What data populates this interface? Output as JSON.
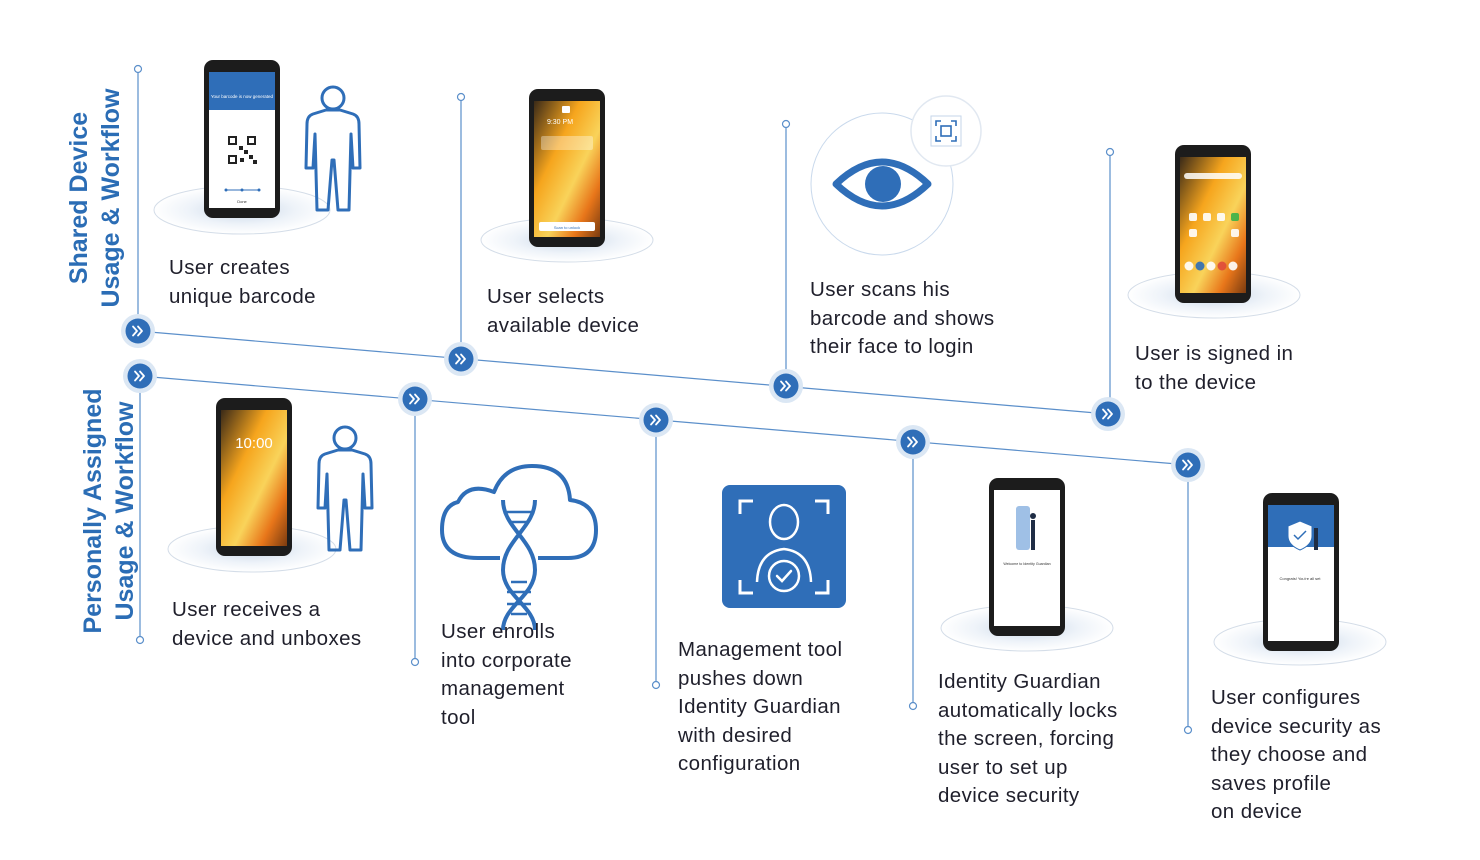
{
  "rows": [
    {
      "title": "Shared Device\nUsage & Workflow",
      "steps": [
        {
          "text": "User creates\nunique barcode",
          "visual": "phone-barcode-screen",
          "extra_icon": "person-icon",
          "screen_text": "Your barcode is now generated",
          "screen_button": "Done"
        },
        {
          "text": "User selects\navailable device",
          "visual": "phone-lock-screen",
          "screen_time": "9:30 PM",
          "screen_button": "Scan to unlock"
        },
        {
          "text": "User scans his\nbarcode and shows\ntheir face to login",
          "visual": "eye-icon",
          "extra_icon": "scan-icon"
        },
        {
          "text": "User is signed in\nto the device",
          "visual": "phone-home-screen"
        }
      ]
    },
    {
      "title": "Personally Assigned\nUsage & Workflow",
      "steps": [
        {
          "text": "User receives a\ndevice and unboxes",
          "visual": "phone-clock-screen",
          "extra_icon": "person-icon",
          "screen_time": "10:00"
        },
        {
          "text": "User enrolls\ninto corporate\nmanagement\ntool",
          "visual": "cloud-dna-icon"
        },
        {
          "text": "Management tool\npushes down\nIdentity Guardian\nwith desired\nconfiguration",
          "visual": "face-verify-icon"
        },
        {
          "text": "Identity Guardian\nautomatically locks\nthe screen, forcing\nuser to set up\ndevice security",
          "visual": "phone-welcome-screen",
          "screen_text": "Welcome to Identity Guardian"
        },
        {
          "text": "User configures\ndevice security as\nthey choose and\nsaves profile\non device",
          "visual": "phone-congrats-screen",
          "screen_text": "Congrats! You're all set"
        }
      ]
    }
  ],
  "colors": {
    "accent": "#2f6eb8",
    "line": "#5b8fca",
    "text": "#1f1f2b"
  },
  "icons": {
    "chevron_marker": "double-chevron-right-icon"
  }
}
